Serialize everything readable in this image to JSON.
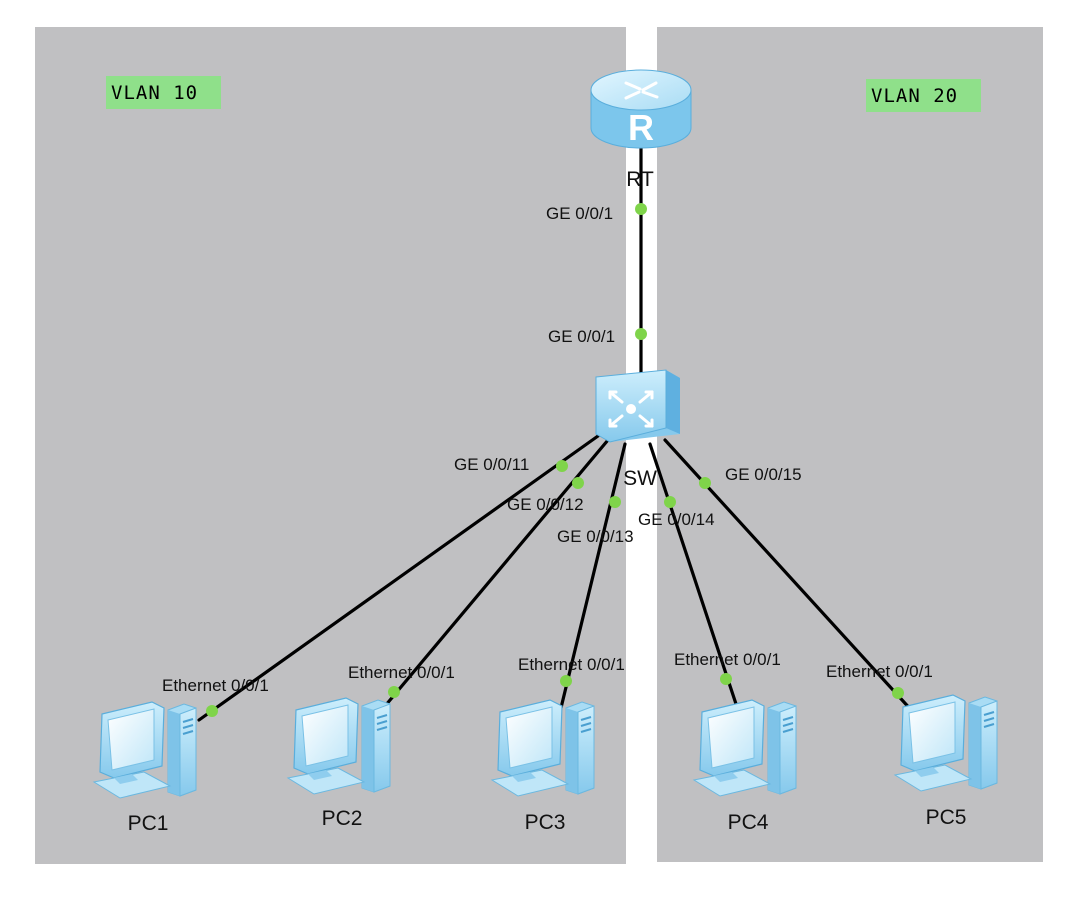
{
  "diagram": {
    "colors": {
      "zone_fill": "#c0c0c2",
      "vlan_badge": "#8fe08a",
      "port_dot": "#7fd44a",
      "device_body": "#9fd8f2",
      "device_dark": "#5cb4e2",
      "link": "#000000"
    },
    "zones": [
      {
        "id": "zone-left",
        "label": "VLAN 10"
      },
      {
        "id": "zone-right",
        "label": "VLAN 20"
      }
    ],
    "devices": [
      {
        "id": "RT",
        "label": "RT",
        "kind": "router"
      },
      {
        "id": "SW",
        "label": "SW",
        "kind": "switch"
      },
      {
        "id": "PC1",
        "label": "PC1",
        "kind": "pc"
      },
      {
        "id": "PC2",
        "label": "PC2",
        "kind": "pc"
      },
      {
        "id": "PC3",
        "label": "PC3",
        "kind": "pc"
      },
      {
        "id": "PC4",
        "label": "PC4",
        "kind": "pc"
      },
      {
        "id": "PC5",
        "label": "PC5",
        "kind": "pc"
      }
    ],
    "links": [
      {
        "from": "RT",
        "from_port": "GE 0/0/1",
        "to": "SW",
        "to_port": "GE 0/0/1"
      },
      {
        "from": "SW",
        "from_port": "GE 0/0/11",
        "to": "PC1",
        "to_port": "Ethernet 0/0/1"
      },
      {
        "from": "SW",
        "from_port": "GE 0/0/12",
        "to": "PC2",
        "to_port": "Ethernet 0/0/1"
      },
      {
        "from": "SW",
        "from_port": "GE 0/0/13",
        "to": "PC3",
        "to_port": "Ethernet 0/0/1"
      },
      {
        "from": "SW",
        "from_port": "GE 0/0/14",
        "to": "PC4",
        "to_port": "Ethernet 0/0/1"
      },
      {
        "from": "SW",
        "from_port": "GE 0/0/15",
        "to": "PC5",
        "to_port": "Ethernet 0/0/1"
      }
    ]
  }
}
